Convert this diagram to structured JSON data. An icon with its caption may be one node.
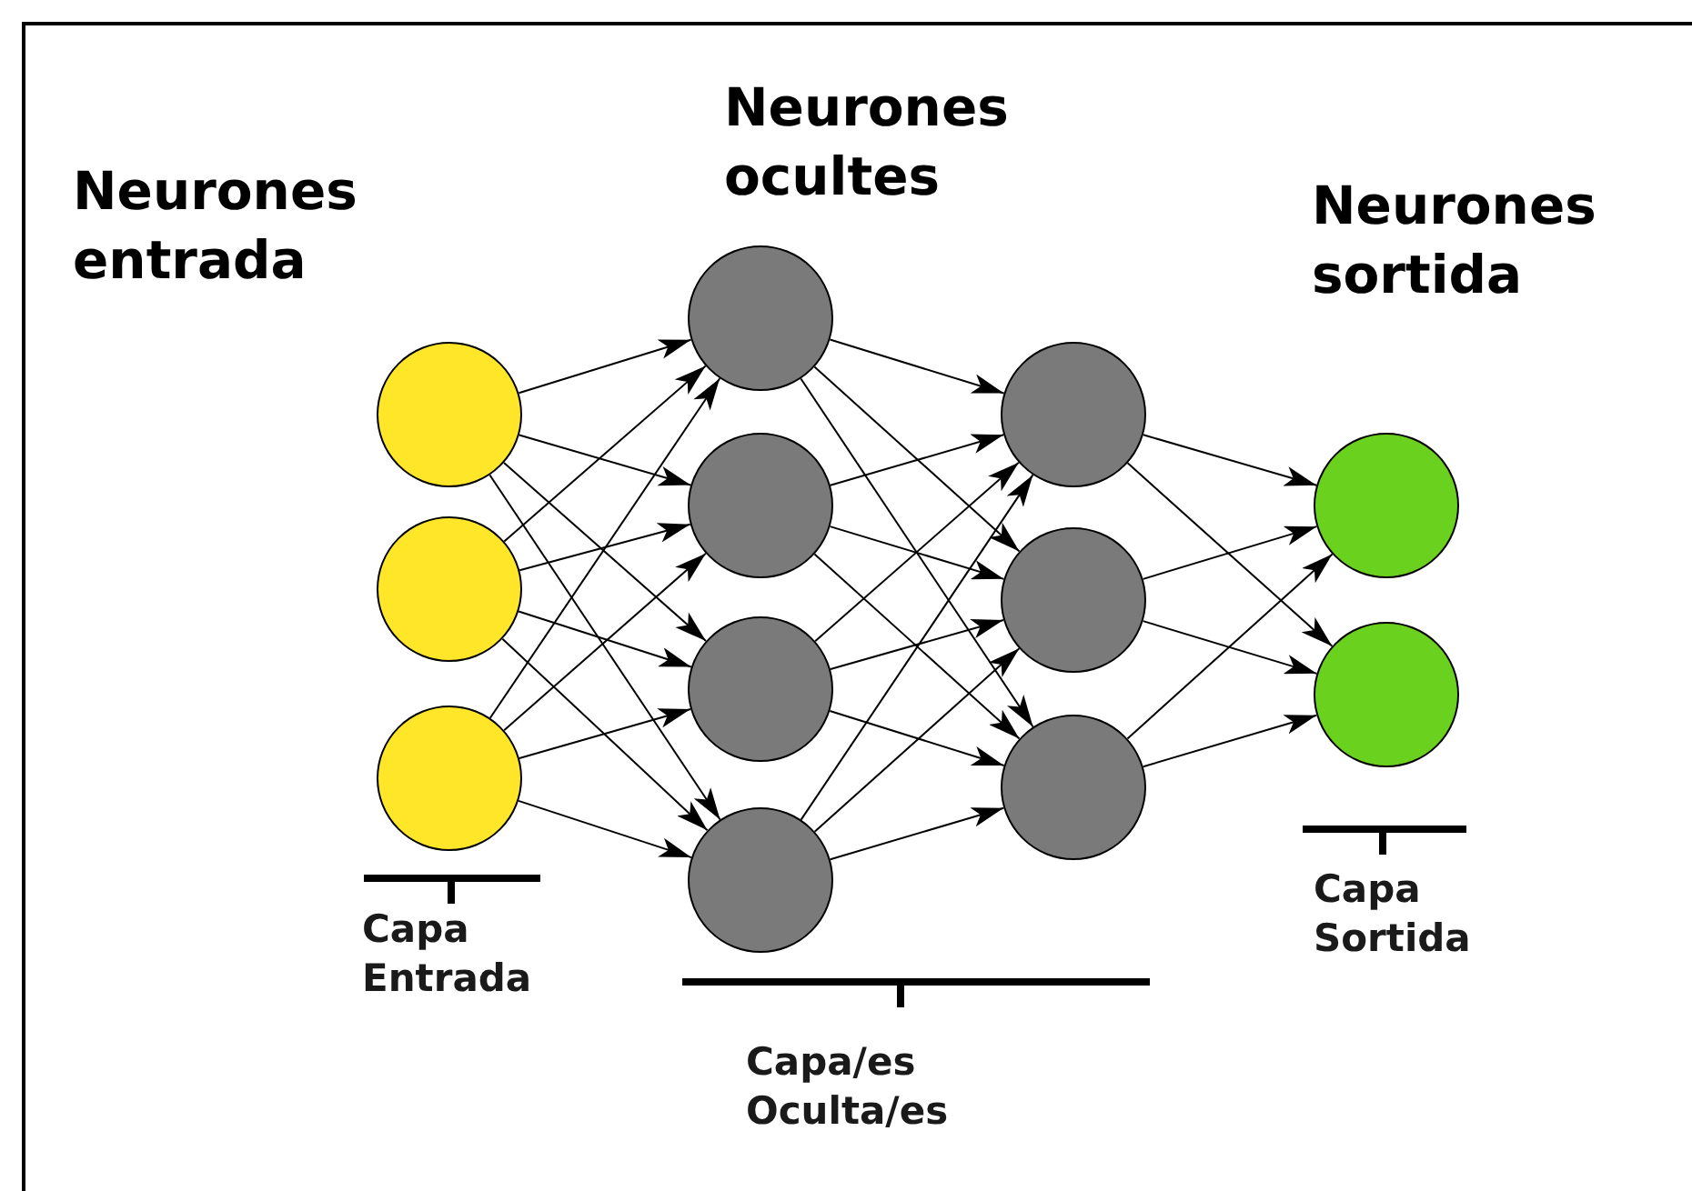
{
  "diagram": {
    "nodes": [
      {
        "text": [],
        "shape": "circle"
      },
      {
        "text": [],
        "shape": "circle"
      },
      {
        "text": [],
        "shape": "circle"
      },
      {
        "text": [],
        "shape": "circle"
      },
      {
        "text": [],
        "shape": "circle"
      },
      {
        "text": [],
        "shape": "circle"
      },
      {
        "text": [],
        "shape": "circle"
      },
      {
        "text": [],
        "shape": "circle"
      },
      {
        "text": [],
        "shape": "circle"
      },
      {
        "text": [],
        "shape": "circle"
      },
      {
        "text": [],
        "shape": "circle"
      },
      {
        "text": [],
        "shape": "circle"
      }
    ],
    "edges": [
      {
        "from": 0,
        "to": 3,
        "arrow": "to"
      },
      {
        "from": 0,
        "to": 4,
        "arrow": "to"
      },
      {
        "from": 0,
        "to": 5,
        "arrow": "to"
      },
      {
        "from": 0,
        "to": 6,
        "arrow": "to"
      },
      {
        "from": 1,
        "to": 3,
        "arrow": "to"
      },
      {
        "from": 1,
        "to": 4,
        "arrow": "to"
      },
      {
        "from": 1,
        "to": 5,
        "arrow": "to"
      },
      {
        "from": 1,
        "to": 6,
        "arrow": "to"
      },
      {
        "from": 2,
        "to": 3,
        "arrow": "to"
      },
      {
        "from": 2,
        "to": 4,
        "arrow": "to"
      },
      {
        "from": 2,
        "to": 5,
        "arrow": "to"
      },
      {
        "from": 2,
        "to": 6,
        "arrow": "to"
      },
      {
        "from": 3,
        "to": 7,
        "arrow": "to"
      },
      {
        "from": 3,
        "to": 8,
        "arrow": "to"
      },
      {
        "from": 3,
        "to": 9,
        "arrow": "to"
      },
      {
        "from": 4,
        "to": 7,
        "arrow": "to"
      },
      {
        "from": 4,
        "to": 8,
        "arrow": "to"
      },
      {
        "from": 4,
        "to": 9,
        "arrow": "to"
      },
      {
        "from": 5,
        "to": 7,
        "arrow": "to"
      },
      {
        "from": 5,
        "to": 8,
        "arrow": "to"
      },
      {
        "from": 5,
        "to": 9,
        "arrow": "to"
      },
      {
        "from": 6,
        "to": 7,
        "arrow": "to"
      },
      {
        "from": 6,
        "to": 8,
        "arrow": "to"
      },
      {
        "from": 6,
        "to": 9,
        "arrow": "to"
      },
      {
        "from": 7,
        "to": 10,
        "arrow": "to"
      },
      {
        "from": 7,
        "to": 11,
        "arrow": "to"
      },
      {
        "from": 8,
        "to": 10,
        "arrow": "to"
      },
      {
        "from": 8,
        "to": 11,
        "arrow": "to"
      },
      {
        "from": 9,
        "to": 10,
        "arrow": "to"
      },
      {
        "from": 9,
        "to": 11,
        "arrow": "to"
      }
    ],
    "labels": [
      "Neurones ocultes",
      "Neurones entrada",
      "Neurones sortida",
      "Capa Entrada",
      "Capa Sortida",
      "Capa/es Oculta/es"
    ]
  }
}
